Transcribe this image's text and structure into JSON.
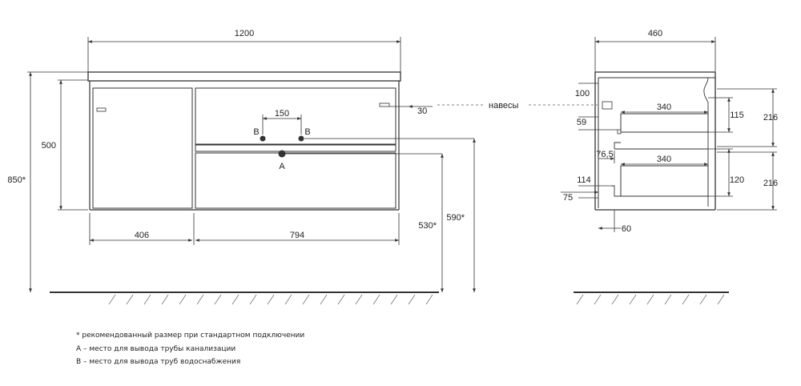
{
  "front_view": {
    "width_total": "1200",
    "height_body": "500",
    "height_total": "850*",
    "left_section": "406",
    "right_section": "794",
    "pipe_spacing": "150",
    "label_b_left": "B",
    "label_b_right": "B",
    "label_a": "A",
    "hinge_offset": "30",
    "pipe_a_height": "530*",
    "pipe_b_height": "590*",
    "hinges_label": "навесы"
  },
  "side_view": {
    "depth_total": "460",
    "top_offset": "100",
    "drawer_depth_top": "340",
    "drawer_depth_bottom": "340",
    "dim_59": "59",
    "dim_76_5": "76,5",
    "dim_115": "115",
    "dim_216_top": "216",
    "dim_120": "120",
    "dim_216_bottom": "216",
    "dim_114": "114",
    "dim_75": "75",
    "dim_60": "60"
  },
  "notes": [
    "* рекомендованный размер при стандартном подключении",
    "А – место для вывода трубы канализации",
    "В – место для вывода труб водоснабжения"
  ]
}
